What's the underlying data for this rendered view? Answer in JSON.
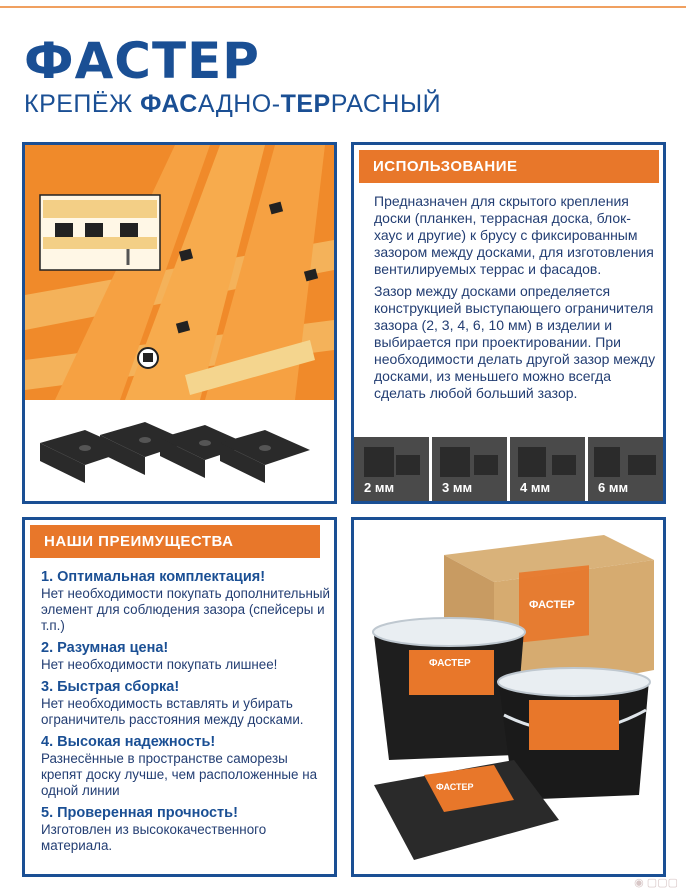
{
  "header": {
    "brand": "ФАСТЕР",
    "subtitle_prefix": "КРЕПЁЖ ",
    "subtitle_bold1": "ФАС",
    "subtitle_mid": "АДНО-",
    "subtitle_bold2": "ТЕР",
    "subtitle_suffix": "РАСНЫЙ"
  },
  "usage": {
    "title": "ИСПОЛЬЗОВАНИЕ",
    "paragraph1": "Предназначен для скрытого крепления доски (планкен, террасная доска, блок-хаус и другие) к брусу с фиксированным зазором между досками, для изготовления вентилируемых террас и фасадов.",
    "paragraph2": "Зазор между досками определяется конструкцией выступающего ограничителя зазора (2, 3, 4, 6, 10 мм) в изделии и выбирается при проектировании. При необходимости делать другой зазор между досками, из меньшего можно всегда сделать любой больший зазор.",
    "gaps": [
      "2 мм",
      "3 мм",
      "4 мм",
      "6 мм"
    ]
  },
  "advantages": {
    "title": "НАШИ ПРЕИМУЩЕСТВА",
    "items": [
      {
        "title": "1. Оптимальная комплектация!",
        "text": "Нет необходимости покупать дополнительный элемент для соблюдения зазора (спейсеры и т.п.)"
      },
      {
        "title": "2. Разумная цена!",
        "text": "Нет необходимости покупать лишнее!"
      },
      {
        "title": "3. Быстрая сборка!",
        "text": "Нет необходимость вставлять и убирать ограничитель расстояния между досками."
      },
      {
        "title": "4. Высокая надежность!",
        "text": "Разнесённые в пространстве саморезы крепят доску лучше, чем расположенные на одной линии"
      },
      {
        "title": "5. Проверенная прочность!",
        "text": "Изготовлен из высококачественного материала."
      }
    ]
  },
  "product": {
    "box_label": "ФАСТЕР",
    "bucket_label": "ФАСТЕР",
    "bag_label": "ФАСТЕР"
  },
  "colors": {
    "accent": "#e8772a",
    "brand_blue": "#1a4f94"
  }
}
